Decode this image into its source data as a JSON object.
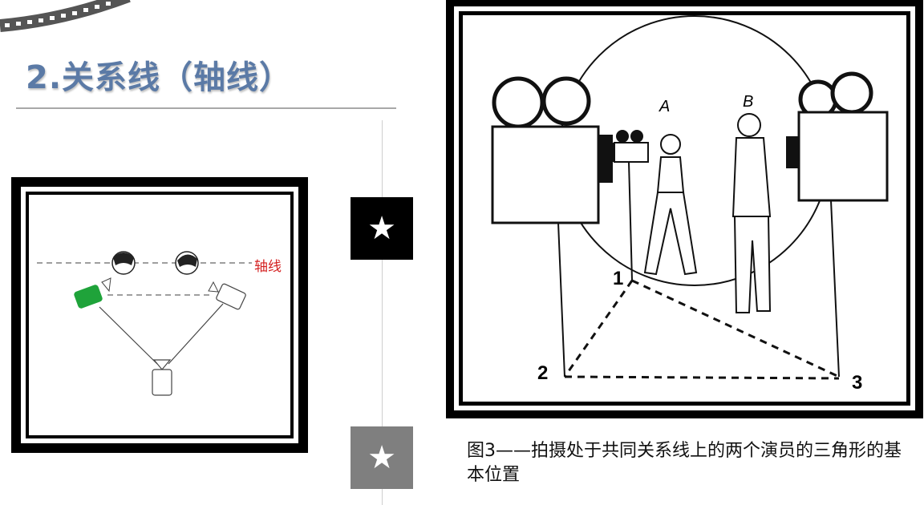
{
  "title": "2.关系线（轴线）",
  "left_diagram": {
    "axis_label": "轴线",
    "camera_active_color": "#1fa33a"
  },
  "right_diagram": {
    "actor_a": "A",
    "actor_b": "B",
    "camera_positions": [
      "1",
      "2",
      "3"
    ]
  },
  "markers": [
    "★",
    "★"
  ],
  "caption": "图3——拍摄处于共同关系线上的两个演员的三角形的基本位置"
}
